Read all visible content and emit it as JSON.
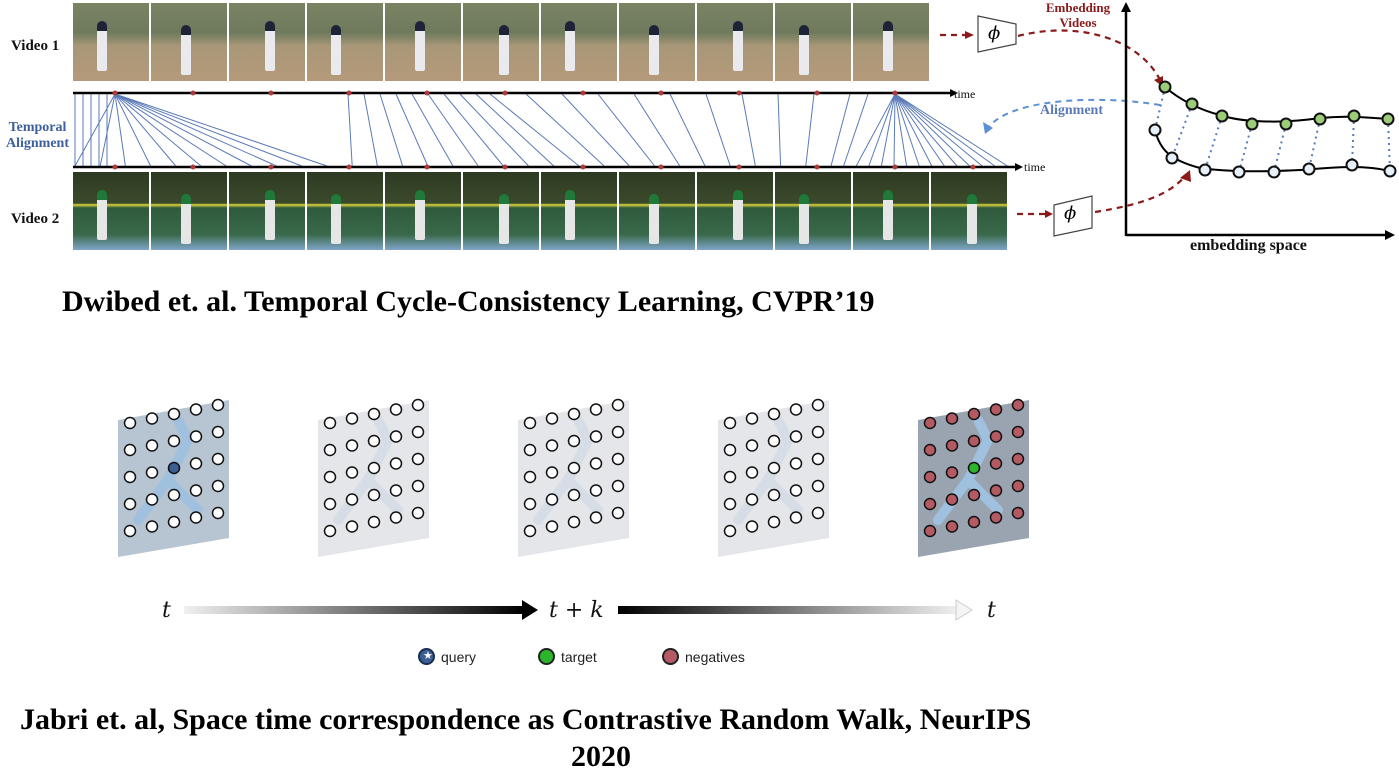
{
  "paper1": {
    "caption": "Dwibed et. al. Temporal Cycle-Consistency Learning, CVPR’19",
    "video1_label": "Video 1",
    "video2_label": "Video 2",
    "temporal_alignment_label_line1": "Temporal",
    "temporal_alignment_label_line2": "Alignment",
    "time_label_top": "time",
    "time_label_bottom": "time",
    "encoder_symbol": "ϕ",
    "embedding_videos_line1": "Embedding",
    "embedding_videos_line2": "Videos",
    "alignment_label": "Alignment",
    "embedding_space_label": "embedding space"
  },
  "paper2": {
    "caption_line1": "Jabri et. al, Space time correspondence as Contrastive Random Walk, NeurIPS",
    "caption_line2": "2020",
    "t_left": "t",
    "t_middle": "t + k",
    "t_right": "t",
    "legend": [
      {
        "label": "query",
        "color": "#3b5f94"
      },
      {
        "label": "target",
        "color": "#2db42d"
      },
      {
        "label": "negatives",
        "color": "#b45a62"
      }
    ]
  },
  "colors": {
    "dark_red": "#8b1a1a",
    "align_blue": "#5b7ab8",
    "dash_blue": "#5b8fd6",
    "green_node": "#9ccc7a",
    "light_node": "#e6f0f8"
  }
}
